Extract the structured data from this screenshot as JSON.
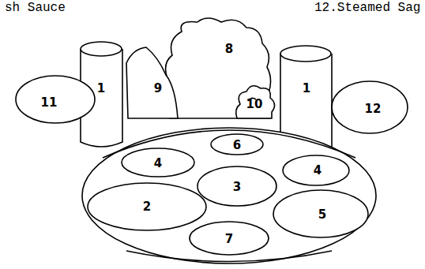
{
  "diagram": {
    "labels": [
      "sh Sauce",
      "12.Steamed Sag",
      "1",
      "9",
      "8",
      "10",
      "1",
      "11",
      "4",
      "6",
      "3",
      "4",
      "12",
      "2",
      "5",
      "7"
    ]
  }
}
